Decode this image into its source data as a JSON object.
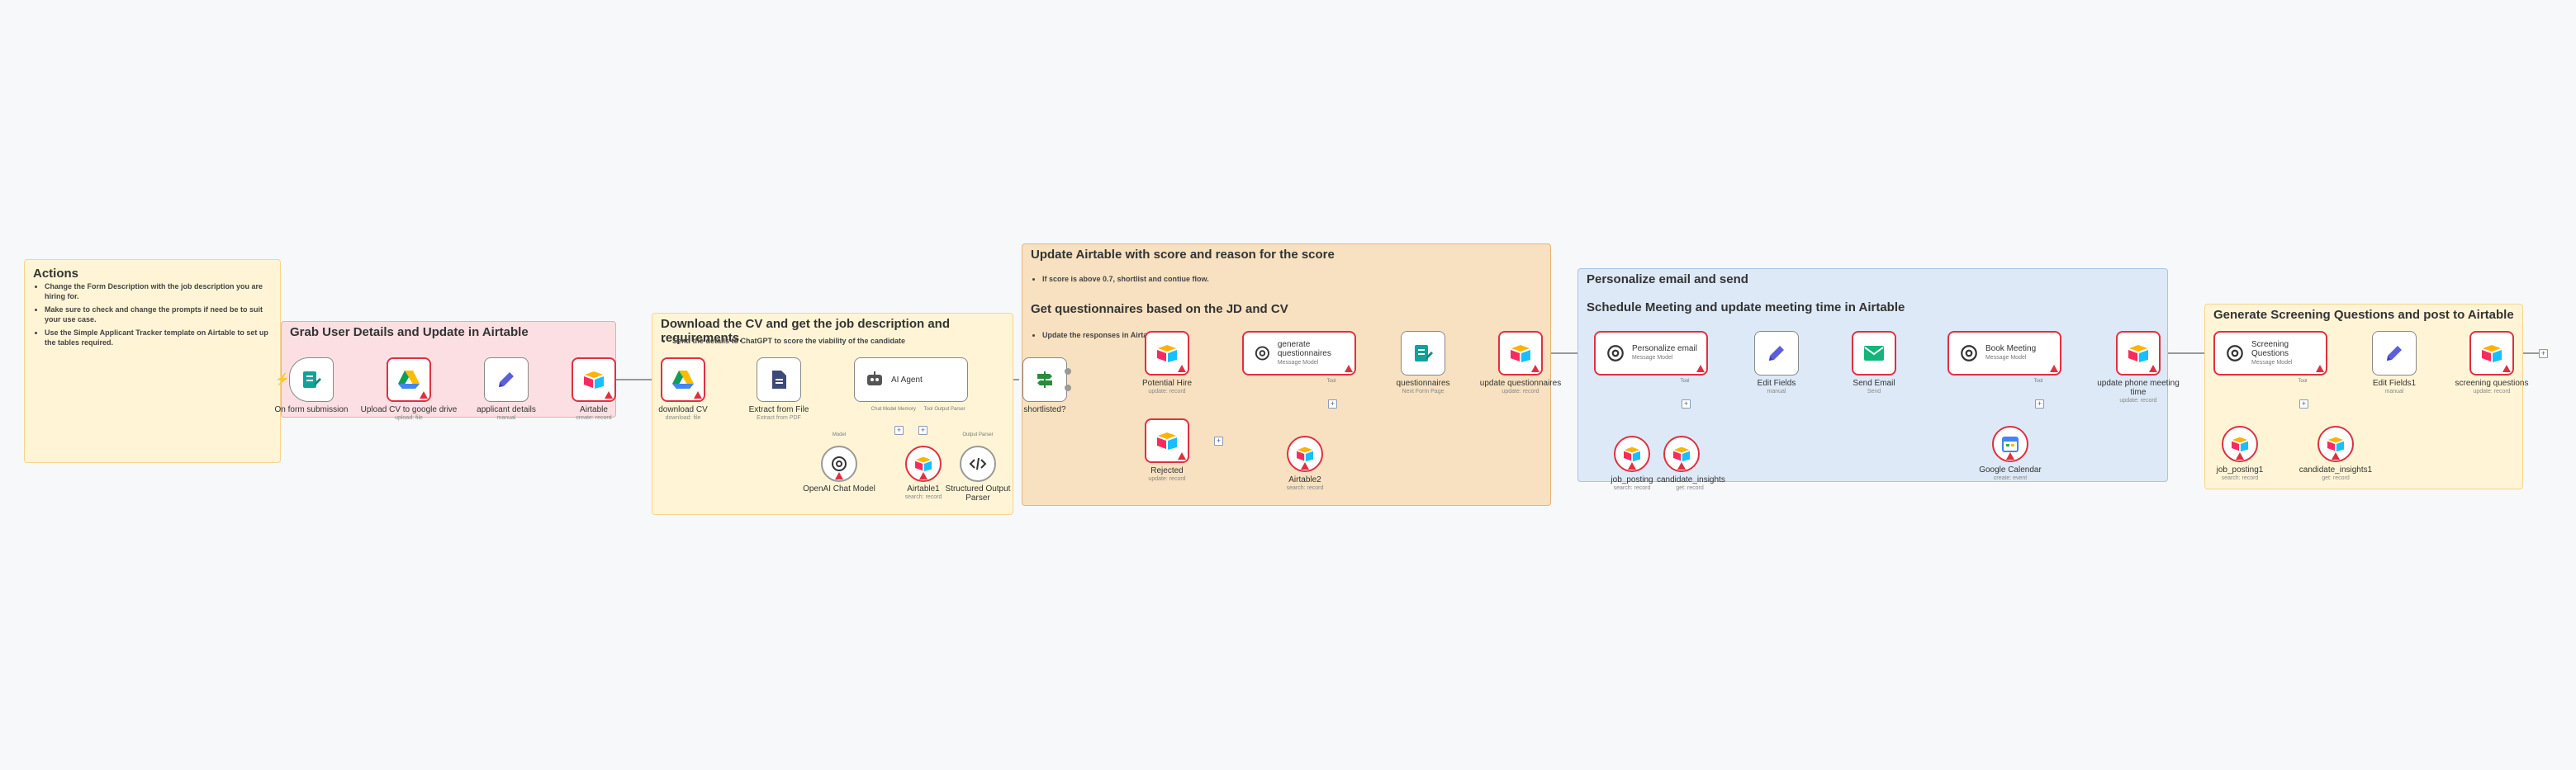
{
  "colors": {
    "error": "#e03040",
    "wire": "#999999",
    "ai_wire": "#8a9ab8",
    "yellow_note": "#fff5d6",
    "pink_note": "#fcdfe2",
    "orange_note": "#f7e1c0",
    "blue_note": "#dde9f6"
  },
  "notes": {
    "actions": {
      "title": "Actions",
      "items": [
        "Change the Form Description with the job description you are hiring for.",
        "Make sure to check and change the prompts if need be to suit your use case.",
        "Use the Simple Applicant Tracker template on Airtable to set up the tables required."
      ]
    },
    "grab": {
      "title": "Grab User Details and Update in Airtable"
    },
    "download": {
      "title": "Download the CV and get the job description and requirements.",
      "items": [
        "Send the details to ChatGPT to score the viability of the candidate"
      ]
    },
    "update": {
      "title": "Update Airtable with score and reason for the score",
      "items": [
        "If score is above 0.7, shortlist and contiue flow."
      ],
      "title2": "Get questionnaires based on the JD and CV",
      "items2": [
        "Update the responses in Airtable"
      ]
    },
    "personalize": {
      "title": "Personalize email and send",
      "title2": "Schedule Meeting and update meeting time in Airtable"
    },
    "screening": {
      "title": "Generate Screening Questions and post to Airtable"
    }
  },
  "nodes": {
    "form": {
      "label": "On form submission",
      "icon": "form-icon"
    },
    "upload": {
      "label": "Upload CV to google drive",
      "sub": "upload: file",
      "icon": "google-drive-icon"
    },
    "applicant": {
      "label": "applicant details",
      "sub": "manual",
      "icon": "pencil-icon"
    },
    "airtable": {
      "label": "Airtable",
      "sub": "create: record",
      "icon": "airtable-icon"
    },
    "download": {
      "label": "download CV",
      "sub": "download: file",
      "icon": "google-drive-icon"
    },
    "extract": {
      "label": "Extract from File",
      "sub": "Extract from PDF",
      "icon": "file-extract-icon"
    },
    "agent": {
      "label": "AI Agent",
      "icon": "robot-icon",
      "ports": [
        "Chat Model",
        "Memory",
        "Tool",
        "Output Parser"
      ]
    },
    "openai": {
      "label": "OpenAI Chat Model",
      "icon": "openai-icon"
    },
    "airtable1": {
      "label": "Airtable1",
      "sub": "search: record",
      "icon": "airtable-icon"
    },
    "parser": {
      "label": "Structured Output Parser",
      "icon": "code-icon"
    },
    "shortlisted": {
      "label": "shortlisted?",
      "icon": "switch-icon"
    },
    "potential": {
      "label": "Potential Hire",
      "sub": "update: record",
      "icon": "airtable-icon"
    },
    "rejected": {
      "label": "Rejected",
      "sub": "update: record",
      "icon": "airtable-icon"
    },
    "genq": {
      "label": "generate questionnaires",
      "sub": "Message Model",
      "icon": "openai-icon"
    },
    "airtable2": {
      "label": "Airtable2",
      "sub": "search: record",
      "icon": "airtable-icon"
    },
    "questionnaires": {
      "label": "questionnaires",
      "sub": "Next Form Page",
      "icon": "form-icon"
    },
    "updateq": {
      "label": "update questionnaires",
      "sub": "update: record",
      "icon": "airtable-icon"
    },
    "personal": {
      "label": "Personalize email",
      "sub": "Message Model",
      "icon": "openai-icon"
    },
    "jobposting": {
      "label": "job_posting",
      "sub": "search: record",
      "icon": "airtable-icon"
    },
    "candidate": {
      "label": "candidate_insights",
      "sub": "get: record",
      "icon": "airtable-icon"
    },
    "editfields": {
      "label": "Edit Fields",
      "sub": "manual",
      "icon": "pencil-icon"
    },
    "sendemail": {
      "label": "Send Email",
      "sub": "Send",
      "icon": "email-icon"
    },
    "bookmeeting": {
      "label": "Book Meeting",
      "sub": "Message Model",
      "icon": "openai-icon"
    },
    "gcal": {
      "label": "Google Calendar",
      "sub": "create: event",
      "icon": "calendar-icon"
    },
    "updatephone": {
      "label": "update phone meeting time",
      "sub": "update: record",
      "icon": "airtable-icon"
    },
    "screenq": {
      "label": "Screening Questions",
      "sub": "Message Model",
      "icon": "openai-icon"
    },
    "jobposting1": {
      "label": "job_posting1",
      "sub": "search: record",
      "icon": "airtable-icon"
    },
    "candidate1": {
      "label": "candidate_insights1",
      "sub": "get: record",
      "icon": "airtable-icon"
    },
    "editfields1": {
      "label": "Edit Fields1",
      "sub": "manual",
      "icon": "pencil-icon"
    },
    "screeningq": {
      "label": "screening questions",
      "sub": "update: record",
      "icon": "airtable-icon"
    }
  },
  "ai_port_labels": {
    "model": "Model",
    "tool": "Tool",
    "output_parser": "Output Parser"
  }
}
